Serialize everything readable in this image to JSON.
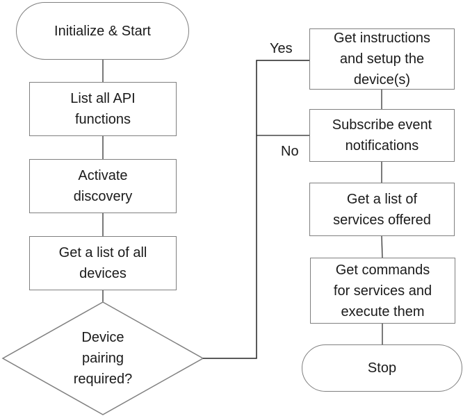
{
  "nodes": {
    "start": "Initialize & Start",
    "list_api": "List all API\nfunctions",
    "activate": "Activate\ndiscovery",
    "list_devices": "Get a list of all\ndevices",
    "decision": "Device\npairing\nrequired?",
    "instructions": "Get instructions\nand setup the\ndevice(s)",
    "subscribe": "Subscribe event\nnotifications",
    "services": "Get a list of\nservices offered",
    "commands": "Get commands\nfor services and\nexecute them",
    "stop": "Stop"
  },
  "branches": {
    "yes": "Yes",
    "no": "No"
  },
  "colors": {
    "border": "#7f7f7f",
    "connector": "#222222",
    "text": "#1a1a1a"
  }
}
